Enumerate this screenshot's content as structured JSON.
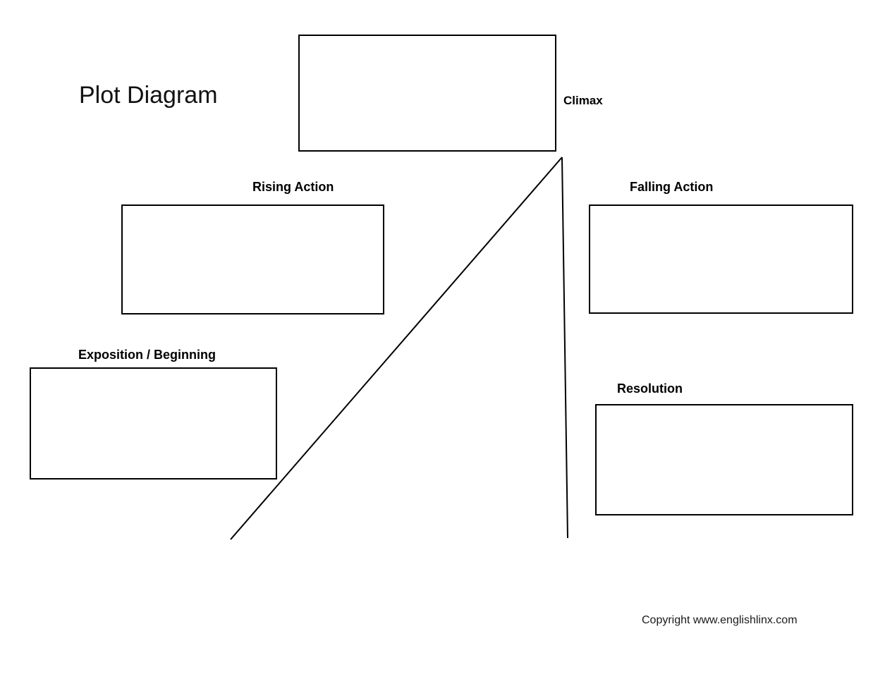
{
  "page": {
    "title": "Plot Diagram",
    "copyright": "Copyright www.englishlinx.com"
  },
  "diagram": {
    "type": "plot-structure-worksheet",
    "nodes": [
      {
        "id": "climax",
        "label": "Climax",
        "box_filled": false
      },
      {
        "id": "rising",
        "label": "Rising Action",
        "box_filled": false
      },
      {
        "id": "falling",
        "label": "Falling Action",
        "box_filled": false
      },
      {
        "id": "exposition",
        "label": "Exposition / Beginning",
        "box_filled": false
      },
      {
        "id": "resolution",
        "label": "Resolution",
        "box_filled": false
      }
    ],
    "colors": {
      "line": "#000000",
      "box_border": "#000000",
      "background": "#ffffff",
      "text": "#000000"
    }
  }
}
